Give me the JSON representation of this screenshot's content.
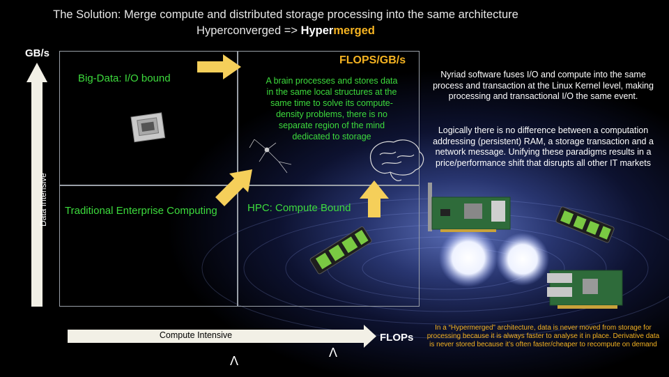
{
  "title": {
    "line1": "The Solution:   Merge compute and distributed storage processing into the same architecture",
    "line2_prefix": "Hyperconverged => ",
    "line2_hyper": "Hyper",
    "line2_merged": "merged"
  },
  "axes": {
    "y_unit": "GB/s",
    "y_label": "Data Intensive",
    "x_label": "Compute Intensive",
    "x_unit": "FLOPs"
  },
  "quadrants": {
    "top_left": "Big-Data:  I/O bound",
    "top_right_title": "FLOPS/GB/s",
    "top_right_text": "A brain processes and stores data in the same local structures at the same time to solve its compute-density problems, there is no separate region of the mind dedicated to storage",
    "bottom_left": "Traditional Enterprise Computing",
    "bottom_right": "HPC: Compute Bound"
  },
  "description": {
    "para1": "Nyriad software fuses I/O and compute into the same process and transaction at the Linux Kernel level, making processing and transactional I/O the same event.",
    "para2": "Logically there is no difference between a computation addressing (persistent) RAM, a storage transaction and a network message.  Unifying these paradigms results in a price/performance shift that disrupts all other IT markets"
  },
  "note": "In a “Hypermerged” architecture, data is never moved from storage for processing because it is always faster to analyse it in place.  Derivative data is never stored because it’s often faster/cheaper to recompute on demand",
  "logos": [
    "Λ",
    "Λ"
  ],
  "colors": {
    "accent_orange": "#f5b321",
    "quadrant_green": "#3ddc3d",
    "arrow_yellow": "#f5cf5a",
    "axis_cream": "#f2f0e6"
  },
  "icons": [
    "cpu-chip-icon",
    "gpu-card-icon",
    "brain-icon",
    "neuron-icon",
    "raid-card-icon",
    "network-card-icon",
    "glow-orb-icon"
  ]
}
